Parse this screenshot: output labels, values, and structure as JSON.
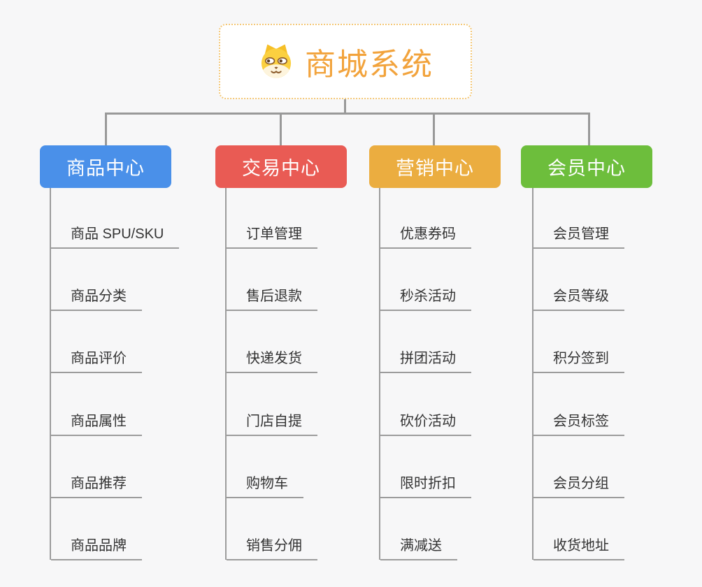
{
  "root": {
    "title": "商城系统",
    "icon": "dog-face-icon",
    "title_color": "#F2A33C",
    "border_color": "#F4C878"
  },
  "connector_color": "#999999",
  "background_color": "#F7F7F8",
  "item_text_color": "#333333",
  "branches": [
    {
      "label": "商品中心",
      "color": "#4A90E9",
      "items": [
        "商品 SPU/SKU",
        "商品分类",
        "商品评价",
        "商品属性",
        "商品推荐",
        "商品品牌"
      ]
    },
    {
      "label": "交易中心",
      "color": "#E95B54",
      "items": [
        "订单管理",
        "售后退款",
        "快递发货",
        "门店自提",
        "购物车",
        "销售分佣"
      ]
    },
    {
      "label": "营销中心",
      "color": "#EBAD40",
      "items": [
        "优惠券码",
        "秒杀活动",
        "拼团活动",
        "砍价活动",
        "限时折扣",
        "满减送"
      ]
    },
    {
      "label": "会员中心",
      "color": "#6DBE3C",
      "items": [
        "会员管理",
        "会员等级",
        "积分签到",
        "会员标签",
        "会员分组",
        "收货地址"
      ]
    }
  ]
}
